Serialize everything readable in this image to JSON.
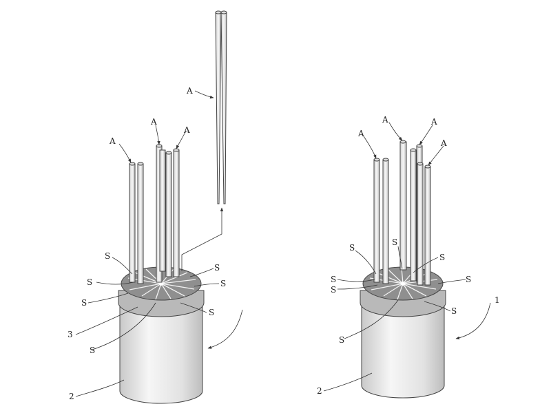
{
  "labels": {
    "stick": "A",
    "slot": "S",
    "lid": "3",
    "base": "2",
    "assembly": "1"
  },
  "colors": {
    "stick_fill": "#ececec",
    "lid_top": "#8f8f8f",
    "lid_rim": "#b8b8b8",
    "base_fill": "#f0f0f0",
    "line": "#444444"
  }
}
